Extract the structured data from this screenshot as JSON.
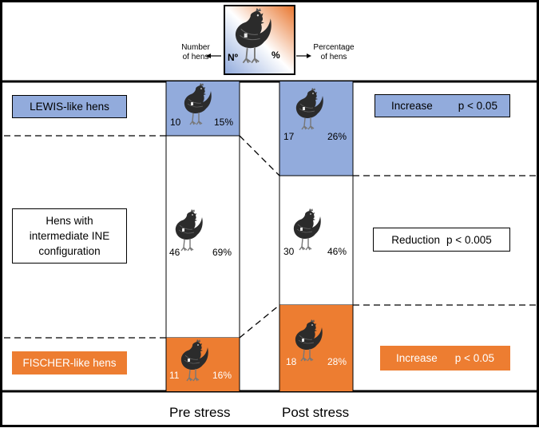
{
  "header": {
    "number_label_line1": "Number",
    "number_label_line2": "of hens",
    "percentage_label_line1": "Percentage",
    "percentage_label_line2": "of hens",
    "number_symbol": "Nº",
    "percent_symbol": "%"
  },
  "groups": {
    "lewis": {
      "label": "LEWIS-like hens",
      "pre_n": "10",
      "pre_pct": "15%",
      "post_n": "17",
      "post_pct": "26%",
      "result": "Increase",
      "p": "p < 0.05"
    },
    "intermediate": {
      "label_line1": "Hens with",
      "label_line2": "intermediate INE",
      "label_line3": "configuration",
      "pre_n": "46",
      "pre_pct": "69%",
      "post_n": "30",
      "post_pct": "46%",
      "result": "Reduction",
      "p": "p < 0.005"
    },
    "fischer": {
      "label": "FISCHER-like hens",
      "pre_n": "11",
      "pre_pct": "16%",
      "post_n": "18",
      "post_pct": "28%",
      "result": "Increase",
      "p": "p < 0.05"
    }
  },
  "footer": {
    "pre_label": "Pre stress",
    "post_label": "Post stress"
  },
  "colors": {
    "blue": "#92abdc",
    "orange": "#ed7d31",
    "gradient_blue": "#8fa9dc",
    "gradient_orange": "#e8742b"
  },
  "icons": [
    "hen-icon",
    "arrow-left-icon",
    "arrow-right-icon"
  ]
}
